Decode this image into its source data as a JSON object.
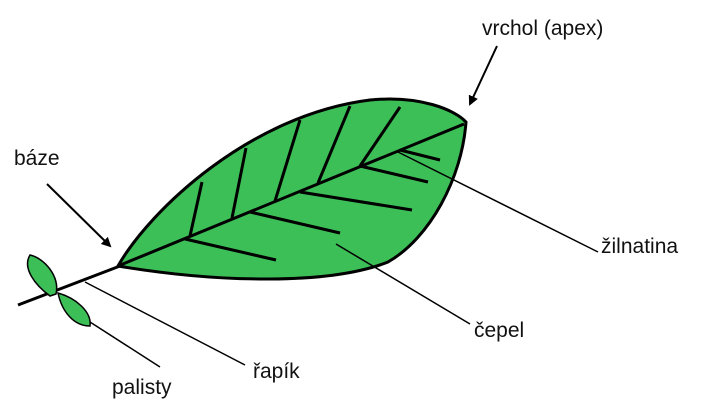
{
  "labels": {
    "apex": "vrchol (apex)",
    "base": "báze",
    "vein": "žilnatina",
    "blade": "čepel",
    "petiole": "řapík",
    "stipules": "palisty"
  },
  "colors": {
    "leaf_fill": "#3dbf58",
    "stroke": "#000000",
    "background": "#ffffff"
  }
}
